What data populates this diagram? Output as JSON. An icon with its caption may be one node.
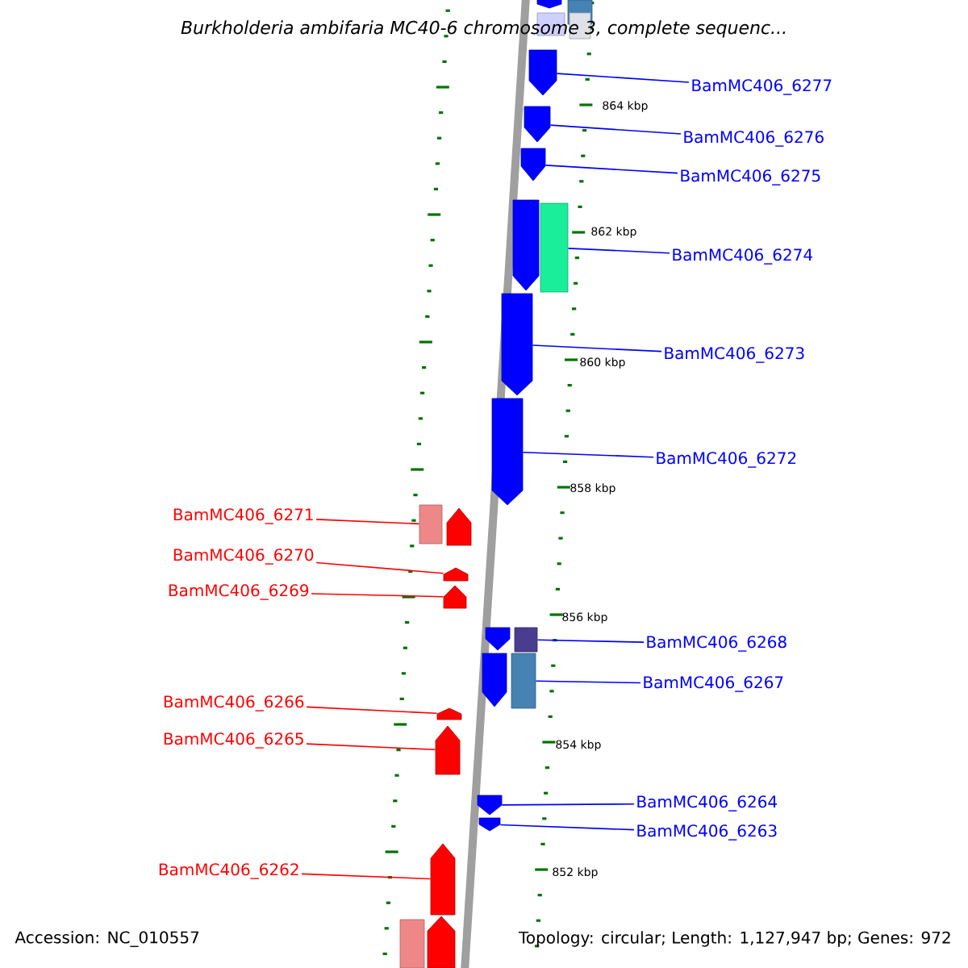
{
  "diagram": {
    "title": "*Burkholderia ambifaria* MC40-6 chromosome 3, complete sequenc...",
    "nodes": [
      {
        "text": [
          "BamMC406_6277"
        ]
      },
      {
        "text": [],
        "shape": "arrow"
      },
      {
        "text": [
          "BamMC406_6276"
        ]
      },
      {
        "text": [],
        "shape": "arrow"
      },
      {
        "text": [
          "BamMC406_6275"
        ]
      },
      {
        "text": [],
        "shape": "arrow"
      },
      {
        "text": [
          "BamMC406_6274"
        ]
      },
      {
        "text": [],
        "shape": "box"
      },
      {
        "text": [
          "BamMC406_6273"
        ]
      },
      {
        "text": [],
        "shape": "arrow"
      },
      {
        "text": [
          "BamMC406_6272"
        ]
      },
      {
        "text": [],
        "shape": "arrow"
      },
      {
        "text": [
          "BamMC406_6268"
        ]
      },
      {
        "text": [],
        "shape": "box"
      },
      {
        "text": [
          "BamMC406_6267"
        ]
      },
      {
        "text": [],
        "shape": "box"
      },
      {
        "text": [
          "BamMC406_6264"
        ]
      },
      {
        "text": [],
        "shape": "arrow"
      },
      {
        "text": [
          "BamMC406_6263"
        ]
      },
      {
        "text": [],
        "shape": "arrow"
      },
      {
        "text": [
          "BamMC406_6271"
        ]
      },
      {
        "text": [],
        "shape": "box"
      },
      {
        "text": [
          "BamMC406_6270"
        ]
      },
      {
        "text": [],
        "shape": "arrow"
      },
      {
        "text": [
          "BamMC406_6269"
        ]
      },
      {
        "text": [],
        "shape": "arrow"
      },
      {
        "text": [
          "BamMC406_6266"
        ]
      },
      {
        "text": [],
        "shape": "arrow"
      },
      {
        "text": [
          "BamMC406_6265"
        ]
      },
      {
        "text": [],
        "shape": "arrow"
      },
      {
        "text": [
          "BamMC406_6262"
        ]
      },
      {
        "text": [],
        "shape": "arrow"
      },
      {
        "text": [],
        "shape": "arrow"
      },
      {
        "text": [],
        "shape": "box"
      },
      {
        "text": [],
        "shape": "box"
      },
      {
        "text": [],
        "shape": "box"
      },
      {
        "text": [],
        "shape": "arrow"
      },
      {
        "text": [],
        "shape": "arrow"
      },
      {
        "text": [],
        "shape": "arrow"
      },
      {
        "text": [],
        "shape": "arrow"
      },
      {
        "text": [],
        "shape": "box"
      },
      {
        "text": [],
        "shape": "arrow"
      }
    ],
    "edges": [
      {
        "from": 0,
        "to": 1,
        "arrow": "none"
      },
      {
        "from": 2,
        "to": 3,
        "arrow": "none"
      },
      {
        "from": 4,
        "to": 5,
        "arrow": "none"
      },
      {
        "from": 6,
        "to": 7,
        "arrow": "none"
      },
      {
        "from": 8,
        "to": 9,
        "arrow": "none"
      },
      {
        "from": 10,
        "to": 11,
        "arrow": "none"
      },
      {
        "from": 12,
        "to": 13,
        "arrow": "none"
      },
      {
        "from": 14,
        "to": 15,
        "arrow": "none"
      },
      {
        "from": 16,
        "to": 17,
        "arrow": "none"
      },
      {
        "from": 18,
        "to": 19,
        "arrow": "none"
      },
      {
        "from": 20,
        "to": 21,
        "arrow": "none",
        "color": "#ff0000"
      },
      {
        "from": 22,
        "to": 23,
        "arrow": "none",
        "color": "#ff0000"
      },
      {
        "from": 24,
        "to": 25,
        "arrow": "none",
        "color": "#ff0000"
      },
      {
        "from": 26,
        "to": 27,
        "arrow": "none",
        "color": "#ff0000"
      },
      {
        "from": 28,
        "to": 29,
        "arrow": "none",
        "color": "#ff0000"
      },
      {
        "from": 30,
        "to": 31,
        "arrow": "none",
        "color": "#ff0000"
      }
    ],
    "labels": [
      "864 kbp",
      "862 kbp",
      "860 kbp",
      "858 kbp",
      "856 kbp",
      "854 kbp",
      "852 kbp",
      "Accession: NC_010557",
      "Topology: circular; Length: 1,127,947 bp; Genes: 972"
    ]
  }
}
